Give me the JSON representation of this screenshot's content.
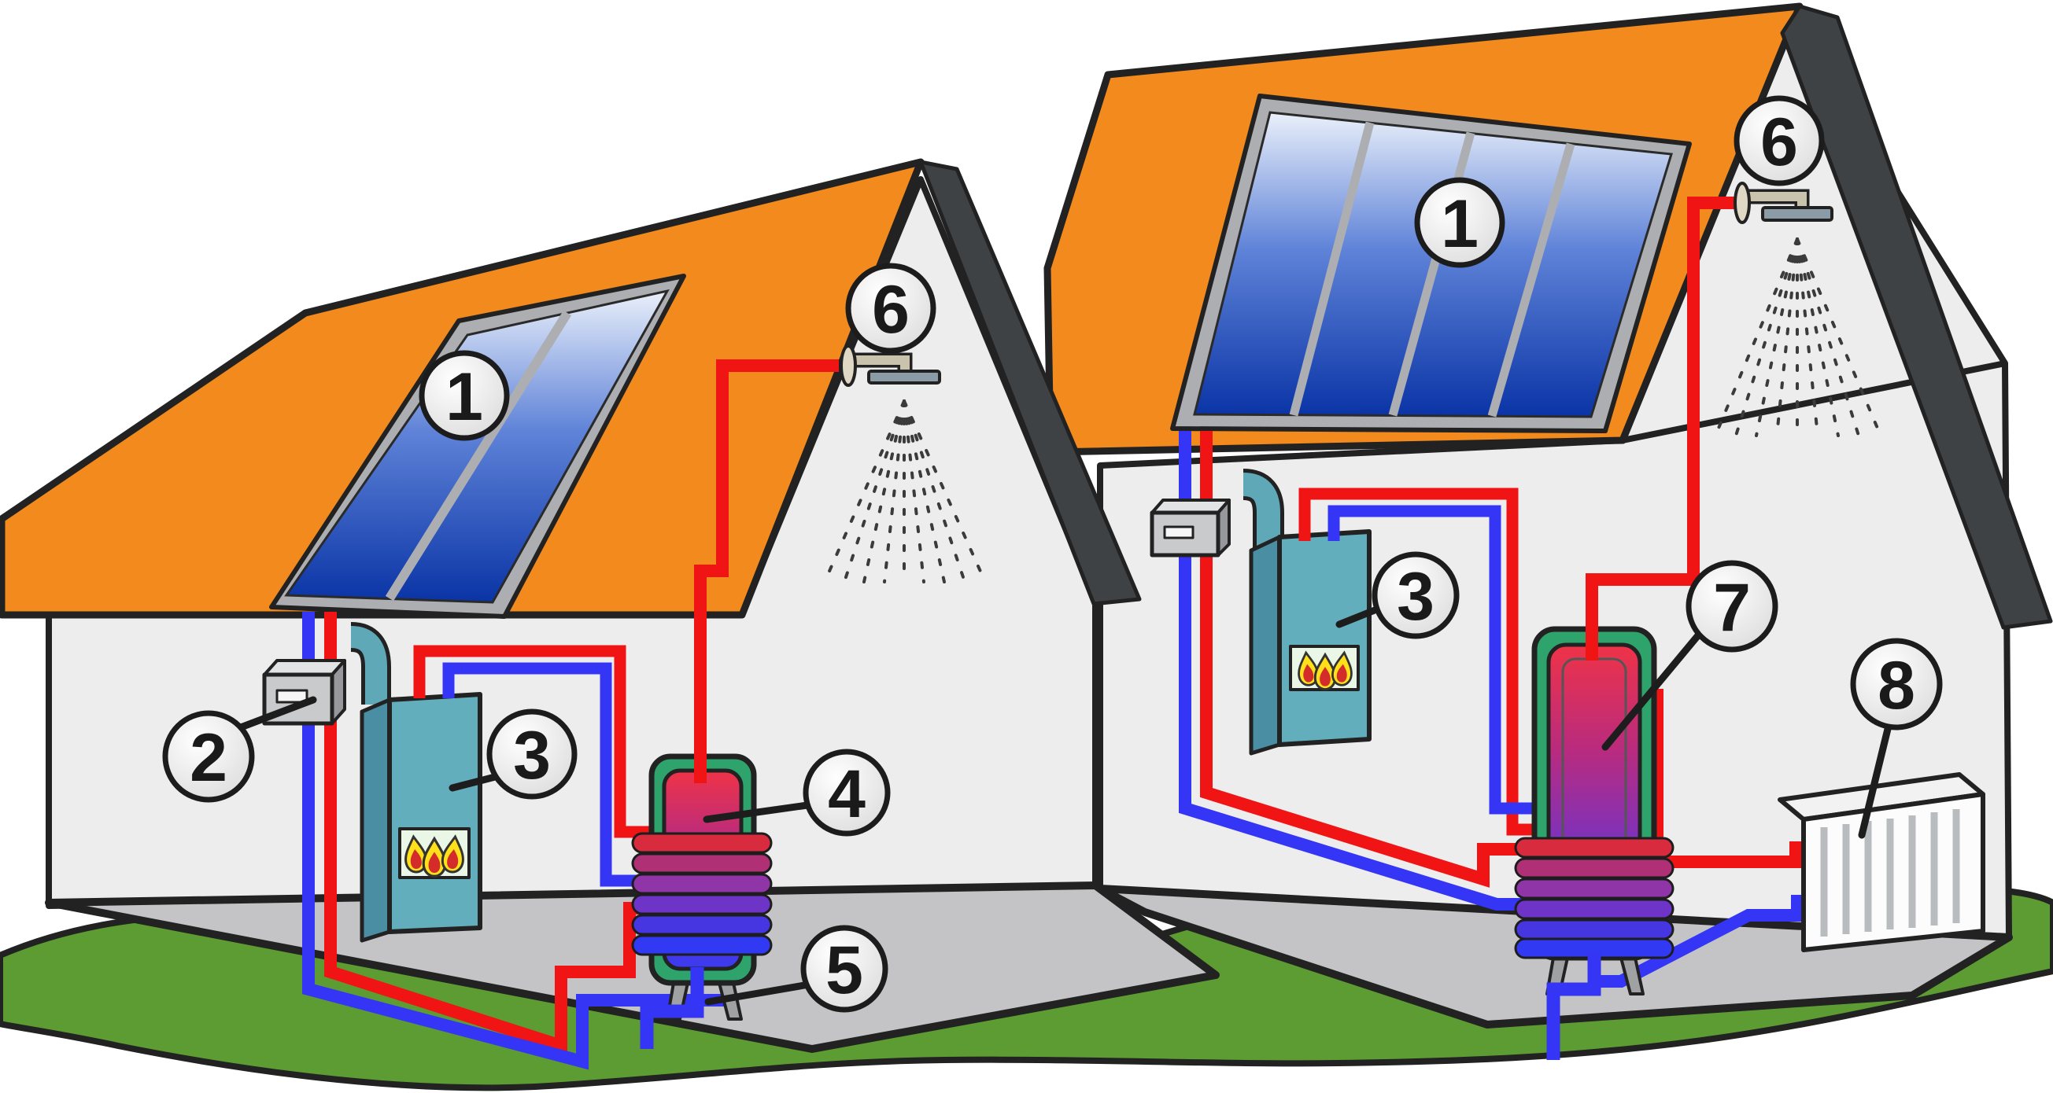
{
  "diagram": {
    "kind": "solar-thermal-two-houses-cutaway",
    "houses": [
      {
        "id": "left-house",
        "equipment": [
          "solar-collector",
          "pump-controller",
          "gas-boiler",
          "hot-water-tank",
          "cold-water-inlet",
          "shower"
        ]
      },
      {
        "id": "right-house",
        "equipment": [
          "solar-collector",
          "pump-controller",
          "gas-boiler",
          "combi-storage-tank",
          "shower",
          "radiator"
        ]
      }
    ]
  },
  "callouts": [
    {
      "id": "left-solar-collector",
      "label": "1"
    },
    {
      "id": "left-pump-controller",
      "label": "2"
    },
    {
      "id": "left-boiler",
      "label": "3"
    },
    {
      "id": "left-hot-water-tank",
      "label": "4"
    },
    {
      "id": "left-cold-water-inlet",
      "label": "5"
    },
    {
      "id": "left-shower",
      "label": "6"
    },
    {
      "id": "right-solar-collector",
      "label": "1"
    },
    {
      "id": "right-boiler",
      "label": "3"
    },
    {
      "id": "right-shower",
      "label": "6"
    },
    {
      "id": "right-combi-tank",
      "label": "7"
    },
    {
      "id": "right-radiator",
      "label": "8"
    }
  ],
  "colors": {
    "hot_pipe": "#f01414",
    "cold_pipe": "#3535f5",
    "roof": "#f28a1d",
    "roof_edge": "#3f4245",
    "wall": "#ededee",
    "floor": "#c4c4c6",
    "ground": "#5c9c33",
    "boiler_front": "#63aebc",
    "boiler_side": "#4a8ea4",
    "tank_casing": "#2ea36b",
    "panel_frame": "#acaeb1",
    "flame_yellow": "#ffe01a",
    "flame_red": "#d42b2b"
  }
}
